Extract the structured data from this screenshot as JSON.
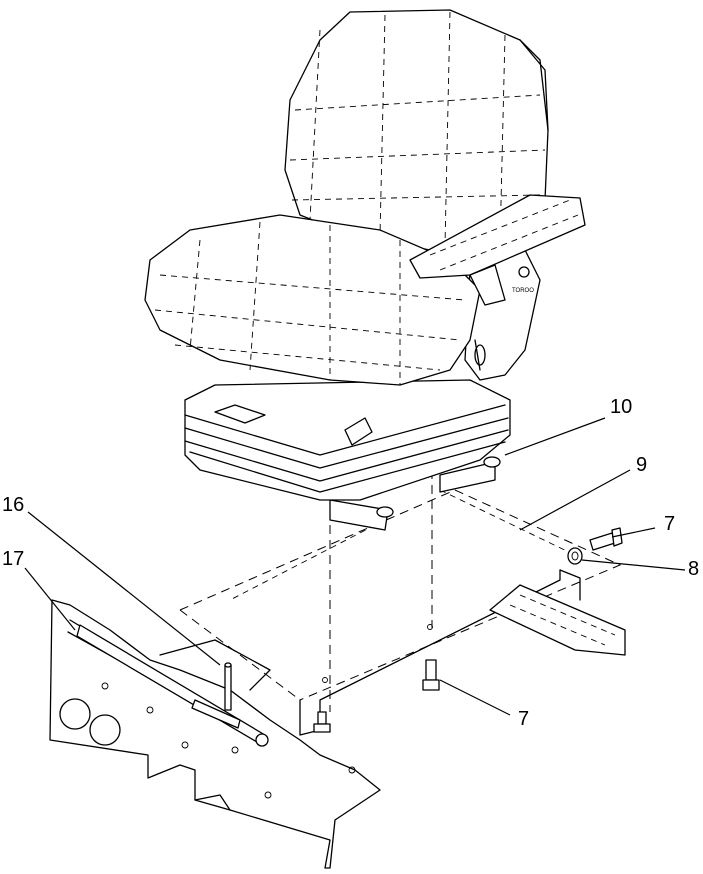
{
  "callouts": {
    "c10": "10",
    "c9": "9",
    "c7_top": "7",
    "c8": "8",
    "c16": "16",
    "c17": "17",
    "c7_bottom": "7"
  },
  "seat_logo_text": "TOROO"
}
